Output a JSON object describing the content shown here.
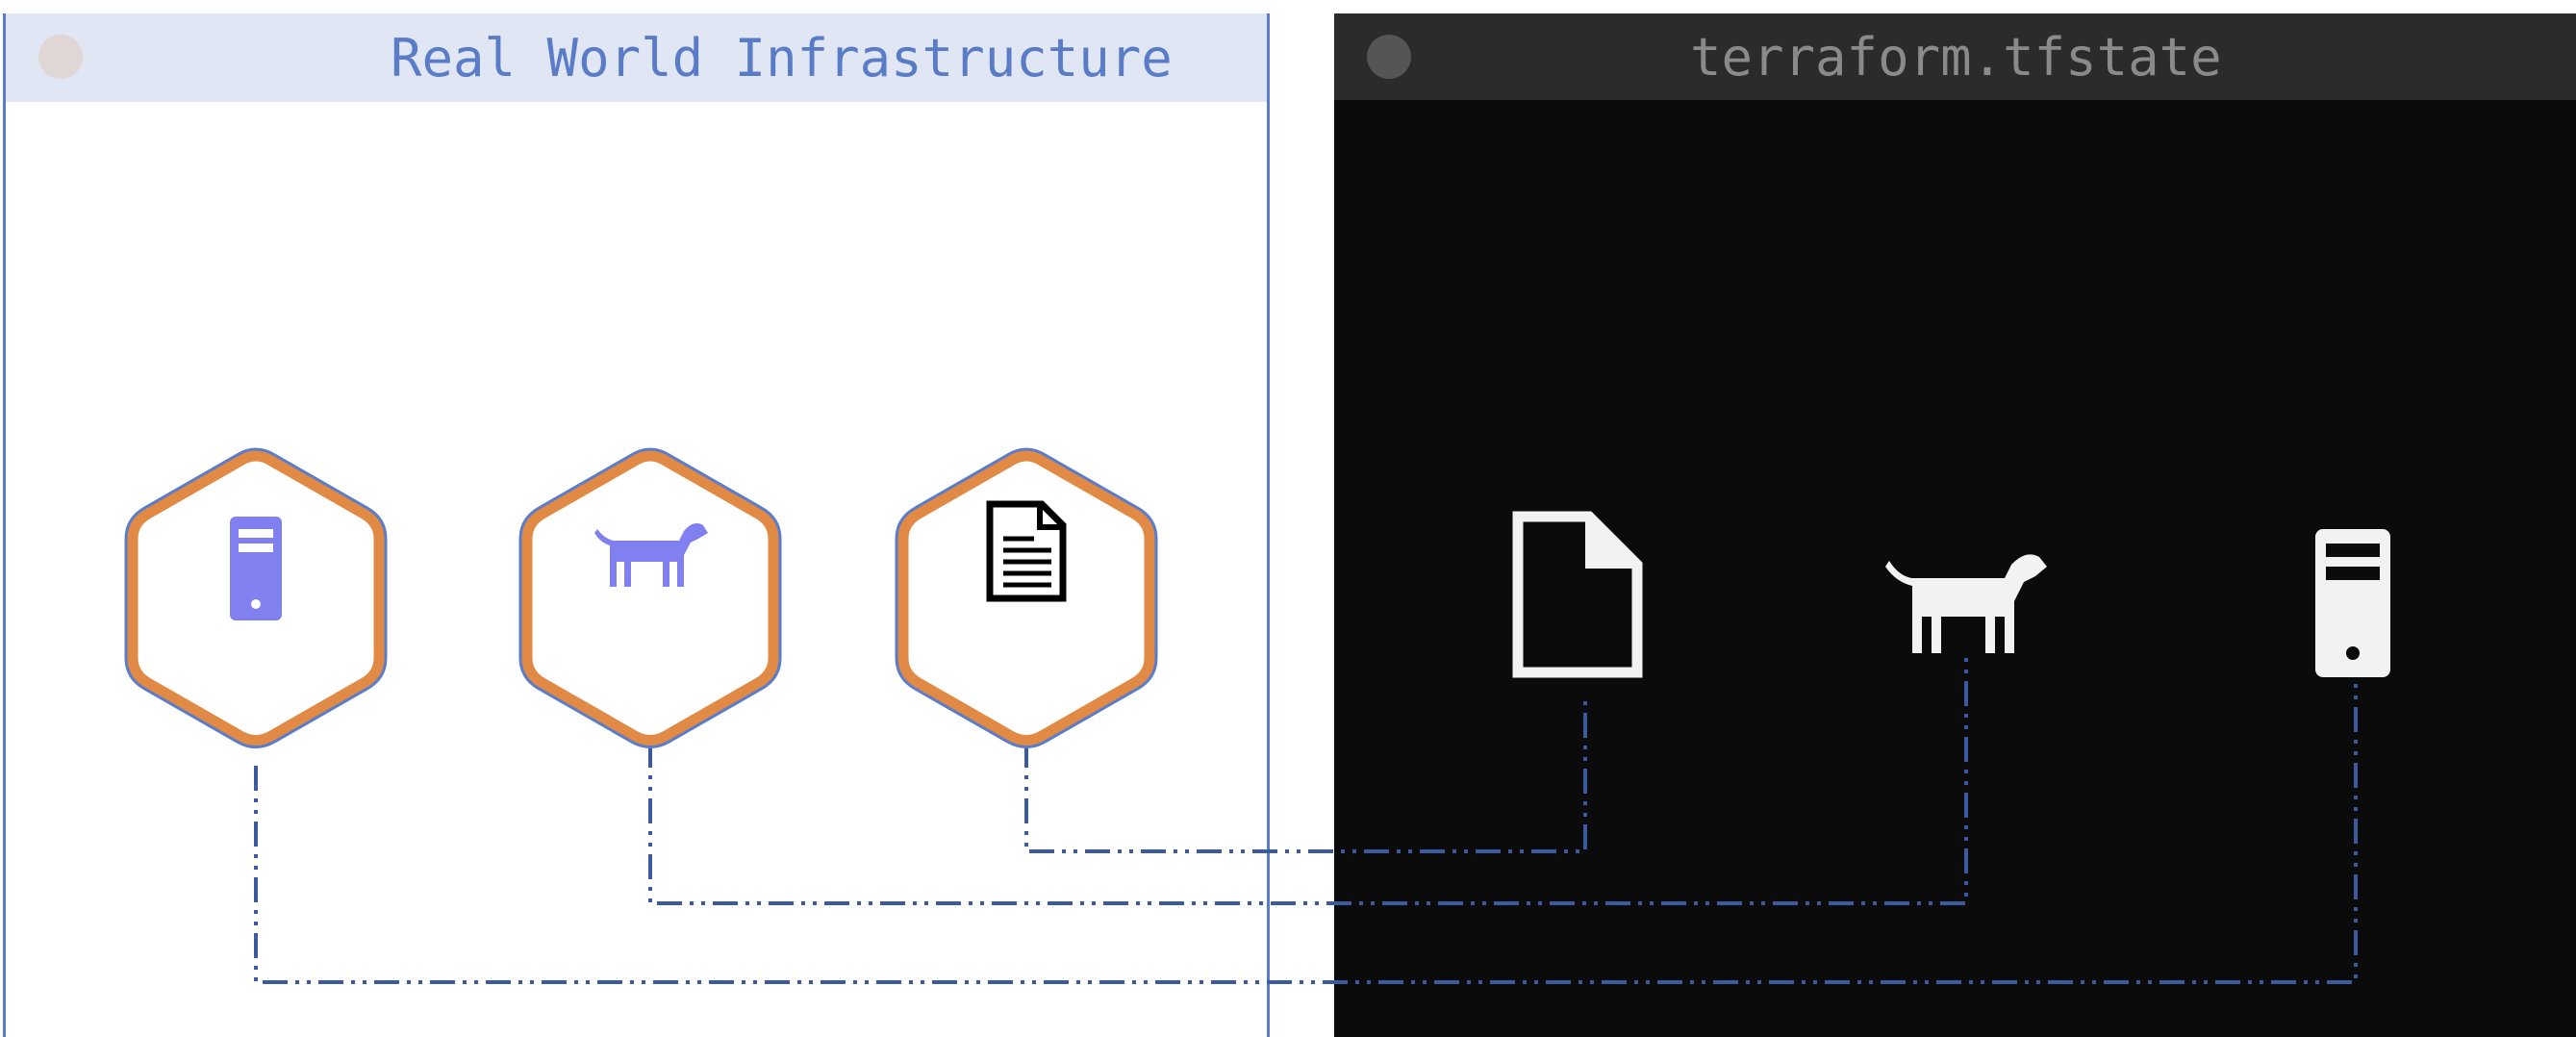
{
  "left_panel": {
    "title": "Real World Infrastructure"
  },
  "right_panel": {
    "title": "terraform.tfstate"
  },
  "resources": [
    {
      "name": "server",
      "icon": "server-icon"
    },
    {
      "name": "dog",
      "icon": "dog-icon"
    },
    {
      "name": "document",
      "icon": "document-icon"
    }
  ],
  "colors": {
    "hex_border": "#e08a45",
    "hex_outline": "#5b7cc9",
    "icon_purple": "#8080f0",
    "connector": "#3b5aa0"
  }
}
